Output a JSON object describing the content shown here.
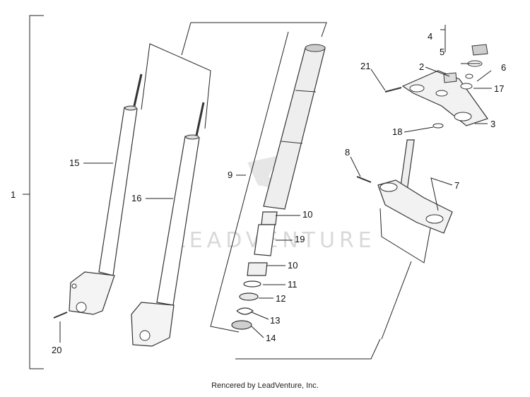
{
  "diagram": {
    "watermark_text": "LEADVENTURE",
    "caption": "Rencered by LeadVenture, Inc.",
    "callouts": {
      "c1": "1",
      "c2": "2",
      "c3": "3",
      "c4": "4",
      "c5": "5",
      "c6": "6",
      "c7": "7",
      "c8": "8",
      "c9": "9",
      "c10a": "10",
      "c10b": "10",
      "c11": "11",
      "c12": "12",
      "c13": "13",
      "c14": "14",
      "c15": "15",
      "c16": "16",
      "c17": "17",
      "c18": "18",
      "c19": "19",
      "c20": "20",
      "c21": "21"
    }
  }
}
